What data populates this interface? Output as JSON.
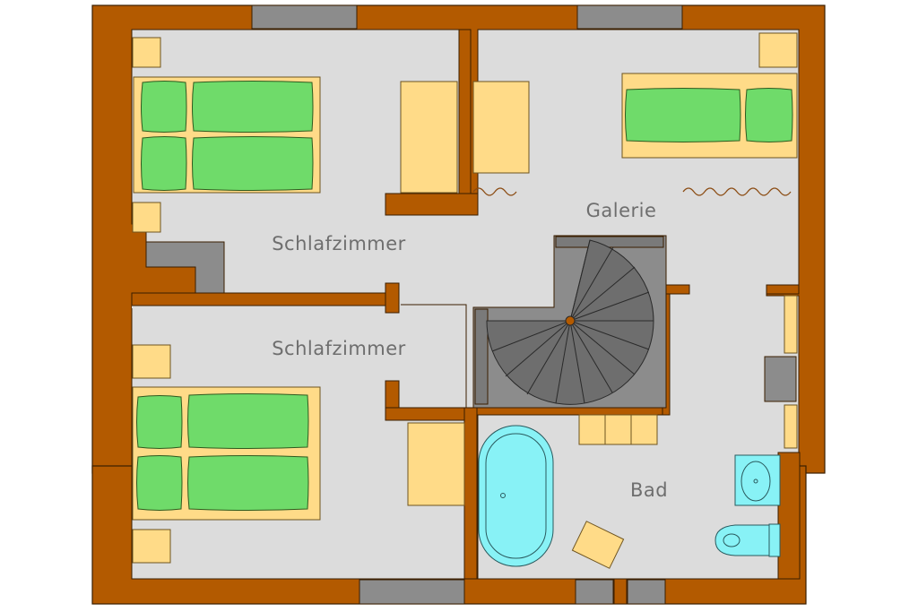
{
  "plan": {
    "rooms": [
      {
        "id": "bedroom-upper",
        "label": "Schlafzimmer"
      },
      {
        "id": "bedroom-lower",
        "label": "Schlafzimmer"
      },
      {
        "id": "gallery",
        "label": "Galerie"
      },
      {
        "id": "bathroom",
        "label": "Bad"
      }
    ],
    "colors": {
      "wall": "#B35A00",
      "floor": "#DCDCDC",
      "furniture": "#FFDB88",
      "bedding": "#6FDB6A",
      "window": "#8C8C8C",
      "stairs": "#7A7A7A",
      "water": "#88F2F6",
      "label": "#6E6E6E"
    }
  }
}
